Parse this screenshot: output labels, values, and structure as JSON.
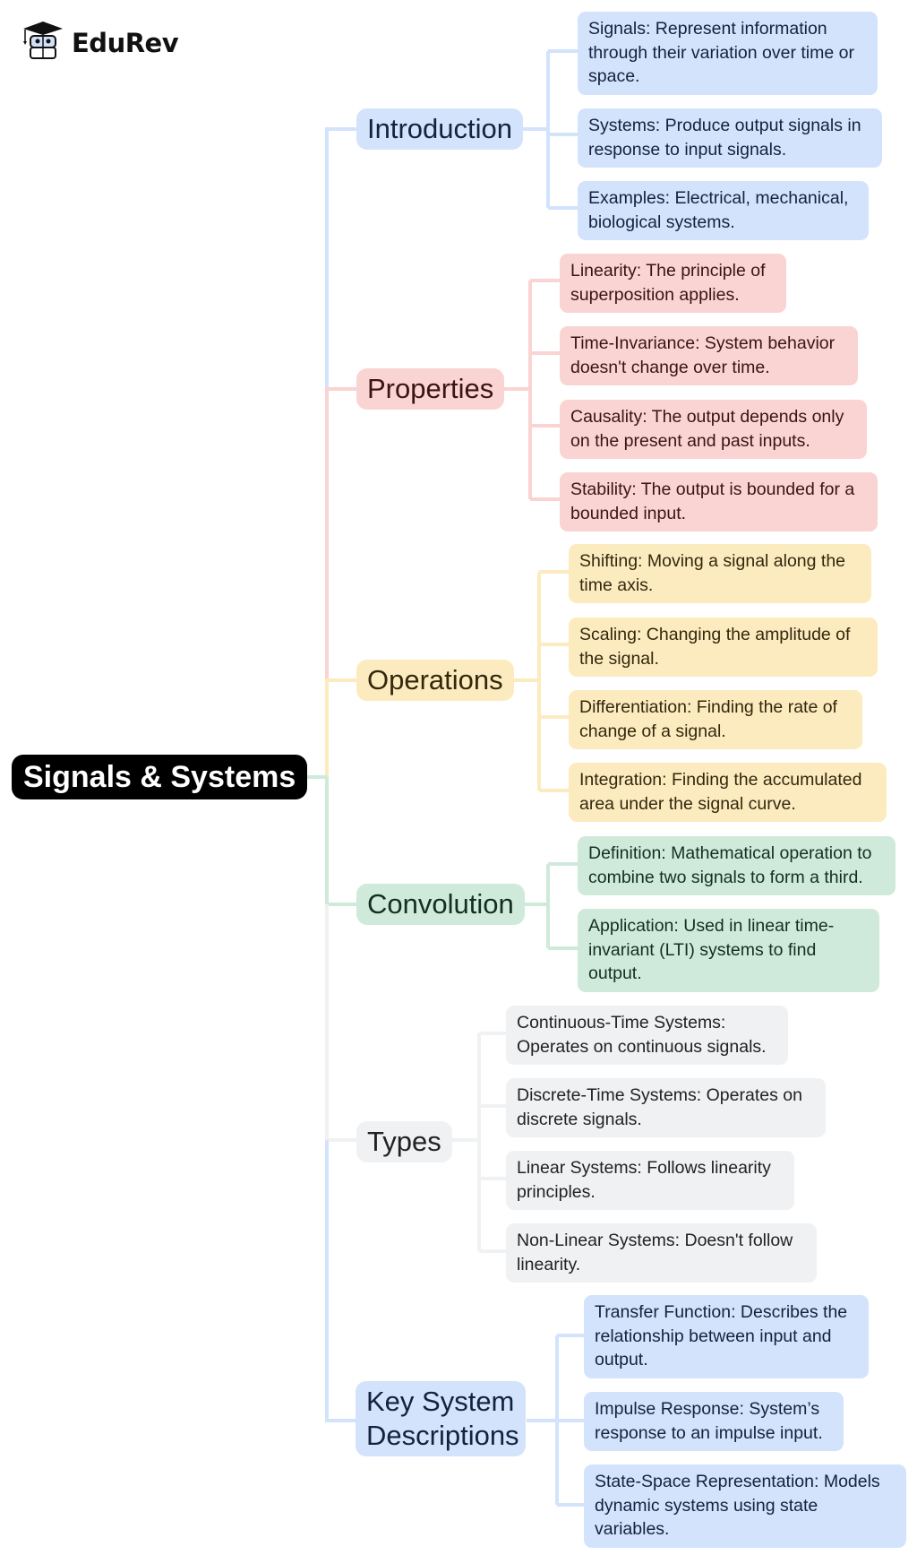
{
  "logo": {
    "text": "EduRev",
    "icon": "graduation-cap-mascot-icon"
  },
  "root": {
    "label": "Signals & Systems"
  },
  "colors": {
    "blue": "#d3e3fc",
    "red": "#f9d4d2",
    "yellow": "#fdebc0",
    "green": "#cfeadb",
    "gray": "#f0f1f3",
    "root": "#000000"
  },
  "branches": [
    {
      "label": "Introduction",
      "color": "blue",
      "children": [
        "Signals: Represent information through their variation over time or space.",
        "Systems: Produce output signals in response to input signals.",
        "Examples: Electrical, mechanical, biological systems."
      ]
    },
    {
      "label": "Properties",
      "color": "red",
      "children": [
        "Linearity: The principle of superposition applies.",
        "Time-Invariance: System behavior doesn't change over time.",
        "Causality: The output depends only on the present and past inputs.",
        "Stability: The output is bounded for a bounded input."
      ]
    },
    {
      "label": "Operations",
      "color": "yellow",
      "children": [
        "Shifting: Moving a signal along the time axis.",
        "Scaling: Changing the amplitude of the signal.",
        "Differentiation: Finding the rate of change of a signal.",
        "Integration: Finding the accumulated area under the signal curve."
      ]
    },
    {
      "label": "Convolution",
      "color": "green",
      "children": [
        "Definition: Mathematical operation to combine two signals to form a third.",
        "Application: Used in linear time-invariant (LTI) systems to find output."
      ]
    },
    {
      "label": "Types",
      "color": "gray",
      "children": [
        "Continuous-Time Systems: Operates on continuous signals.",
        "Discrete-Time Systems: Operates on discrete signals.",
        "Linear Systems: Follows linearity principles.",
        "Non-Linear Systems: Doesn't follow linearity."
      ]
    },
    {
      "label": "Key System Descriptions",
      "color": "blue",
      "children": [
        "Transfer Function: Describes the relationship between input and output.",
        "Impulse Response: System’s response to an impulse input.",
        "State-Space Representation: Models dynamic systems using state variables."
      ]
    }
  ]
}
